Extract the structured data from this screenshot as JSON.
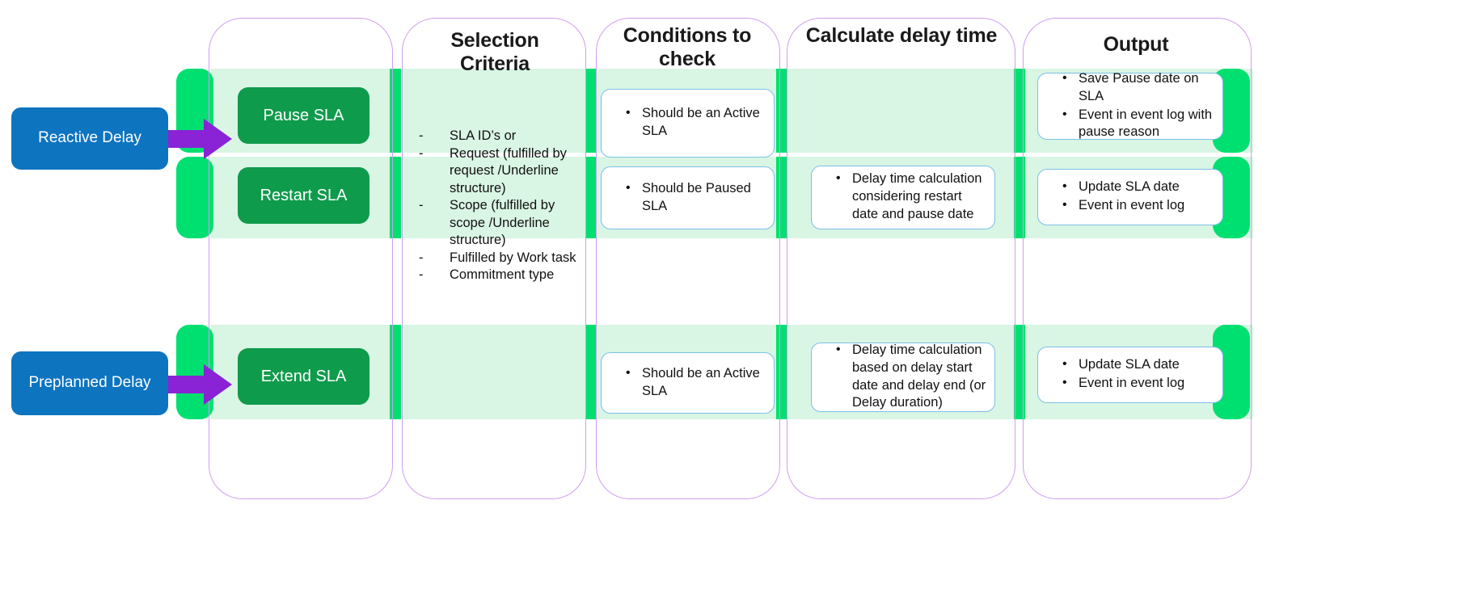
{
  "diagram": {
    "title_colors": {
      "trigger_blue": "#0d74c0",
      "action_green": "#0f9b4c",
      "band_light_green": "#d9f5e4",
      "band_cap_green": "#00e070",
      "column_outline_purple": "#cf9ef0",
      "note_border_blue": "#7cc0e8",
      "arrow_purple": "#8a23d6"
    },
    "columns": [
      {
        "id": "trigger",
        "header": ""
      },
      {
        "id": "action",
        "header": ""
      },
      {
        "id": "criteria",
        "header": "Selection Criteria"
      },
      {
        "id": "conditions",
        "header": "Conditions to check"
      },
      {
        "id": "calculate",
        "header": "Calculate delay time"
      },
      {
        "id": "output",
        "header": "Output"
      }
    ],
    "triggers": [
      {
        "label": "Reactive Delay"
      },
      {
        "label": "Preplanned Delay"
      }
    ],
    "actions": [
      {
        "label": "Pause SLA"
      },
      {
        "label": "Restart SLA"
      },
      {
        "label": "Extend SLA"
      }
    ],
    "selection_criteria": [
      "SLA ID’s or",
      "Request (fulfilled by request /Underline structure)",
      "Scope (fulfilled by scope /Underline structure)",
      "Fulfilled by Work task",
      "Commitment type"
    ],
    "conditions": [
      {
        "row": "pause",
        "items": [
          "Should be an Active SLA"
        ]
      },
      {
        "row": "restart",
        "items": [
          "Should be Paused SLA"
        ]
      },
      {
        "row": "extend",
        "items": [
          "Should be an Active SLA"
        ]
      }
    ],
    "calculate_delay": [
      {
        "row": "pause",
        "items": []
      },
      {
        "row": "restart",
        "items": [
          "Delay time calculation considering restart date and pause date"
        ]
      },
      {
        "row": "extend",
        "items": [
          "Delay time calculation based on delay start date and delay end (or Delay duration)"
        ]
      }
    ],
    "outputs": [
      {
        "row": "pause",
        "items": [
          "Save Pause date on SLA",
          "Event in event log with pause reason"
        ]
      },
      {
        "row": "restart",
        "items": [
          "Update SLA date",
          "Event in event log"
        ]
      },
      {
        "row": "extend",
        "items": [
          "Update SLA date",
          "Event in event log"
        ]
      }
    ]
  }
}
